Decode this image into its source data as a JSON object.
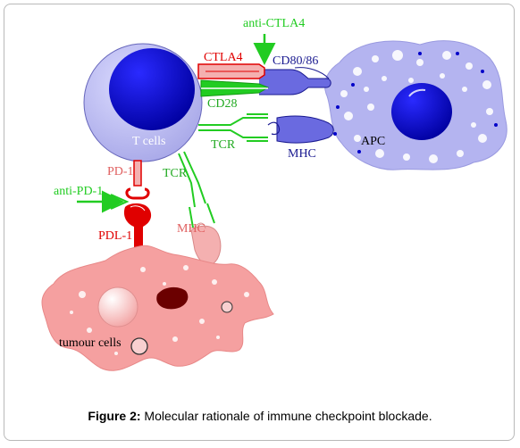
{
  "labels": {
    "anti_ctla4": "anti-CTLA4",
    "ctla4": "CTLA4",
    "cd80_86": "CD80/86",
    "cd28": "CD28",
    "tcr_top": "TCR",
    "mhc_top": "MHC",
    "apc": "APC",
    "t_cells": "T cells",
    "pd1": "PD-1",
    "anti_pd1": "anti-PD-1",
    "pdl1": "PDL-1",
    "tcr_bottom": "TCR",
    "mhc_bottom": "MHC",
    "tumour_cells": "tumour cells"
  },
  "caption": {
    "prefix": "Figure 2:",
    "text": " Molecular rationale of immune checkpoint blockade."
  },
  "colors": {
    "t_cell": "#b9b9f0",
    "nucleus": "#0000c8",
    "apc": "#b4b4f0",
    "tumour": "#f5a0a0",
    "green": "#22cc22",
    "red": "#e00000",
    "pink": "#f4b0b0"
  }
}
